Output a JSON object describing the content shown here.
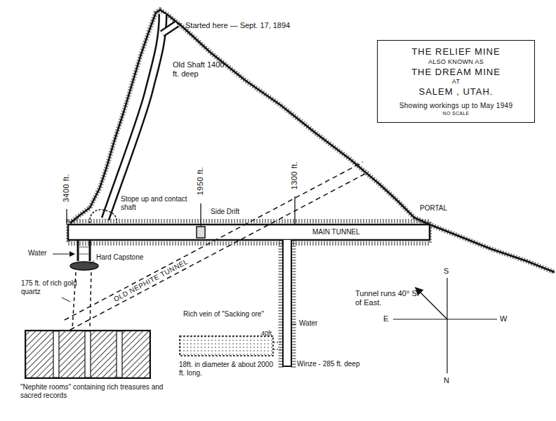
{
  "diagram": {
    "nodes": [
      {
        "text": [
          "THE RELIEF MINE",
          "ALSO KNOWN AS",
          "THE DREAM MINE",
          "AT",
          "SALEM , UTAH.",
          "Showing workings up to May 1949",
          "NO SCALE"
        ]
      },
      {
        "text": [
          "\"Nephite rooms\" containing rich treasures and sacred records"
        ]
      },
      {
        "text": [
          "Rich vein of \"Sacking ore\"",
          "18ft. in diameter & about 2000 ft. long."
        ]
      }
    ],
    "labels": [
      "Started here — Sept. 17, 1894",
      "Old Shaft 1400 ft. deep",
      "3400 ft.",
      "1950 ft.",
      "1300 ft.",
      "Stope up and contact shaft",
      "Side Drift",
      "MAIN TUNNEL",
      "PORTAL",
      "Water",
      "Hard Capstone",
      "175 ft. of rich gold quartz",
      "OLD NEPHITE TUNNEL",
      "Water",
      "40ft",
      "Winze - 285 ft. deep",
      "Tunnel runs 40° S. of East.",
      "S",
      "E",
      "W",
      "N"
    ]
  }
}
